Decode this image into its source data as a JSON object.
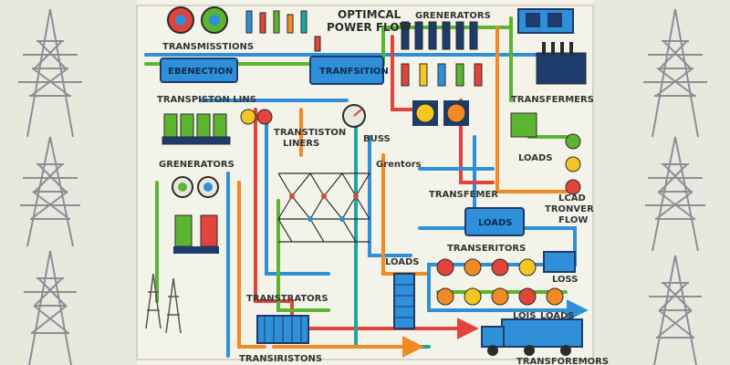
{
  "labels": {
    "title_line1": "OPTIMCAL",
    "title_line2": "POWER FLOW",
    "transmissions": "TRANSMISSTIONS",
    "generators_top": "GRENERATORS",
    "ebenection": "EBENECTION",
    "tranfsition_box": "TRANFSITION",
    "transpiston_lins": "TRANSPISTON LINS",
    "transferners": "TRANSFERMERS",
    "transtiston_liners_1": "TRANSTISTON",
    "transtiston_liners_2": "LINERS",
    "buss": "BUSS",
    "loads_right": "LOADS",
    "generators_left": "GRENERATORS",
    "grentors_small": "Grentors",
    "transfemer": "TRANSFEMER",
    "lcad": "LCAD",
    "tronver": "TRONVER",
    "flow": "FLOW",
    "loads_box": "LOADS",
    "transeritors": "TRANSERITORS",
    "loads_mid": "LOADS",
    "loss": "LOSS",
    "lois": "LOIS",
    "loads_bottom": "LOADS",
    "transtrators": "TRANSTRATORS",
    "transinistons": "TRANSIRISTONS",
    "transforemors": "TRANSFOREMORS"
  },
  "colors": {
    "background": "#e9e8df",
    "panel": "#f4f3ea",
    "blue": "#2f8fd8",
    "teal": "#1aa7a0",
    "orange": "#f08a24",
    "red": "#e0443a",
    "green": "#5cb531",
    "navy": "#1d3b6b",
    "yellow": "#f3c623"
  }
}
